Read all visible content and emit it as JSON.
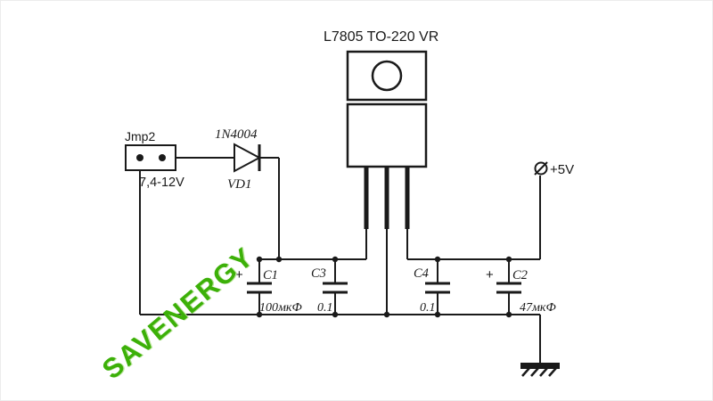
{
  "title": "L7805 TO-220 VR",
  "input": {
    "connector_label": "Jmp2",
    "voltage_label": "7,4-12V"
  },
  "diode": {
    "part": "1N4004",
    "ref": "VD1"
  },
  "capacitors": {
    "c1": {
      "ref": "C1",
      "value": "100мкФ",
      "plus": "+"
    },
    "c3": {
      "ref": "C3",
      "value": "0.1"
    },
    "c4": {
      "ref": "C4",
      "value": "0.1"
    },
    "c2": {
      "ref": "C2",
      "value": "47мкФ",
      "plus": "+"
    }
  },
  "output": {
    "label": "+5V"
  },
  "watermark": "SAVENERGY",
  "colors": {
    "line": "#1a1a1a",
    "watermark": "#3cb008",
    "background": "#ffffff"
  }
}
